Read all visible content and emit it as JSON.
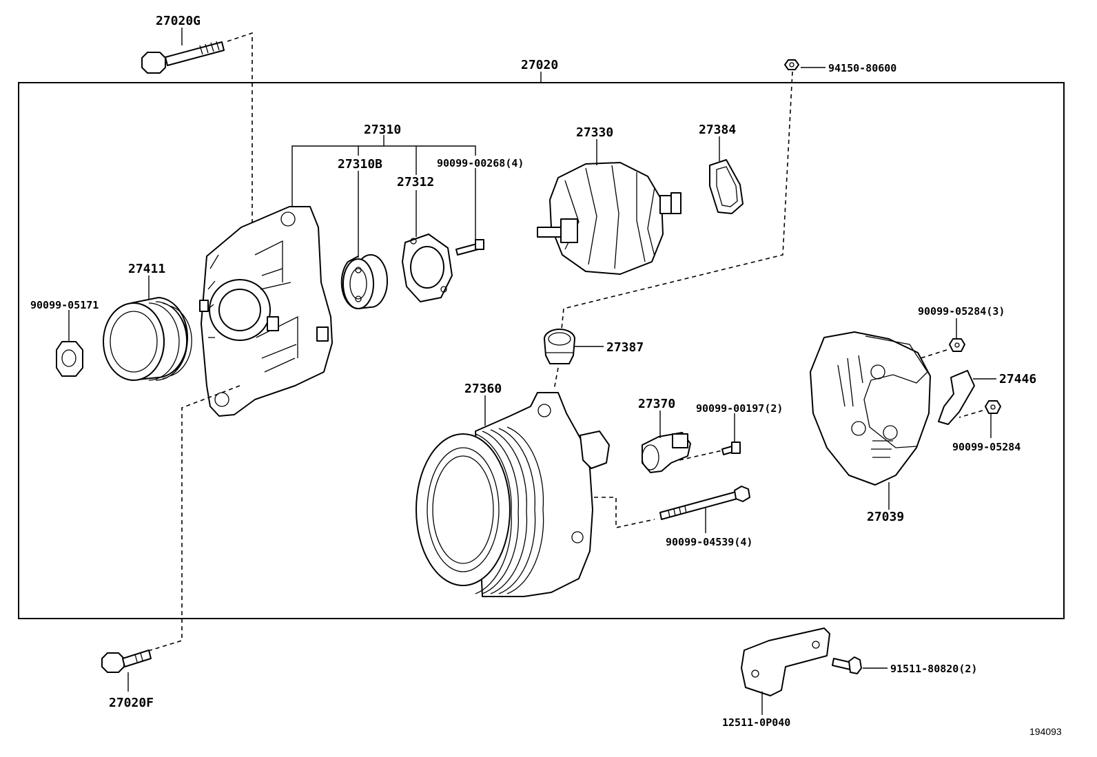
{
  "diagram": {
    "assembly_label": "27020",
    "reference_number": "194093",
    "parts": {
      "bolt_top": "27020G",
      "bolt_bottom": "27020F",
      "nut_top": "94150-80600",
      "drive_frame": "27310",
      "bearing": "27310B",
      "retainer": "27312",
      "retainer_screw": "90099-00268(4)",
      "rotor": "27330",
      "insulator": "27384",
      "pulley": "27411",
      "pulley_nut": "90099-05171",
      "grommet": "27387",
      "rectifier_end_frame": "27360",
      "regulator": "27370",
      "regulator_screw": "90099-00197(2)",
      "through_bolt": "90099-04539(4)",
      "end_cover_nut_3": "90099-05284(3)",
      "terminal_insulator": "27446",
      "end_cover_nut": "90099-05284",
      "end_cover": "27039",
      "bracket": "12511-0P040",
      "bracket_bolt": "91511-80820(2)"
    }
  }
}
